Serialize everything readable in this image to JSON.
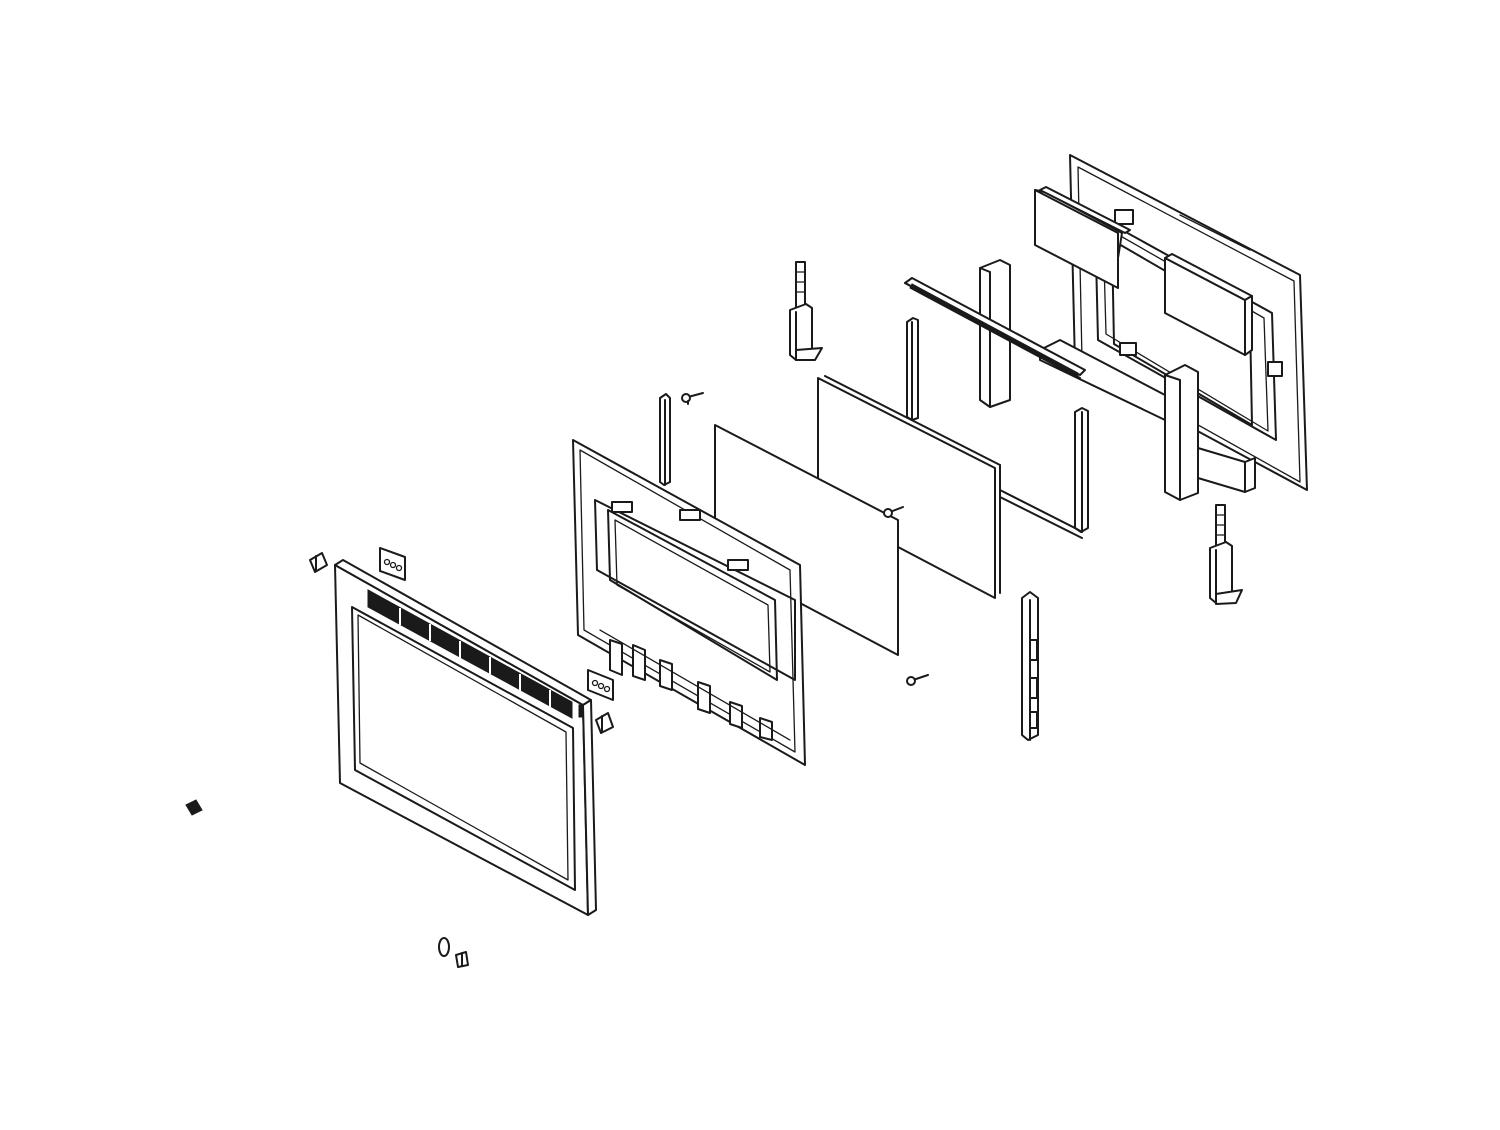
{
  "diagram": {
    "kind": "exploded-parts-diagram",
    "subject_icon": "oven-door-assembly-icon",
    "parts": [
      {
        "id": "door-handle",
        "icon": "handle-bar-icon"
      },
      {
        "id": "handle-end-cap-left",
        "icon": "end-cap-icon"
      },
      {
        "id": "handle-end-cap-right",
        "icon": "end-cap-icon"
      },
      {
        "id": "outer-door-panel",
        "icon": "door-panel-icon"
      },
      {
        "id": "trim-clip-top",
        "icon": "clip-icon"
      },
      {
        "id": "trim-clip-bottom",
        "icon": "clip-icon"
      },
      {
        "id": "door-vent-badge-top",
        "icon": "vent-badge-icon"
      },
      {
        "id": "door-vent-badge-bottom",
        "icon": "vent-badge-icon"
      },
      {
        "id": "inner-door-frame",
        "icon": "frame-icon"
      },
      {
        "id": "side-channel-left",
        "icon": "channel-icon"
      },
      {
        "id": "screw-1",
        "icon": "screw-icon"
      },
      {
        "id": "screw-2",
        "icon": "screw-icon"
      },
      {
        "id": "screw-3",
        "icon": "screw-icon"
      },
      {
        "id": "glass-pane-front",
        "icon": "glass-pane-icon"
      },
      {
        "id": "glass-pane-middle",
        "icon": "glass-pane-icon"
      },
      {
        "id": "glass-pack-frame",
        "icon": "frame-icon"
      },
      {
        "id": "top-glass-rail",
        "icon": "rail-icon"
      },
      {
        "id": "side-bracket-right",
        "icon": "bracket-icon"
      },
      {
        "id": "door-hinge-left",
        "icon": "hinge-icon"
      },
      {
        "id": "door-hinge-right",
        "icon": "hinge-icon"
      },
      {
        "id": "insulation-block",
        "icon": "insulation-icon"
      },
      {
        "id": "door-liner",
        "icon": "door-liner-icon"
      }
    ]
  }
}
